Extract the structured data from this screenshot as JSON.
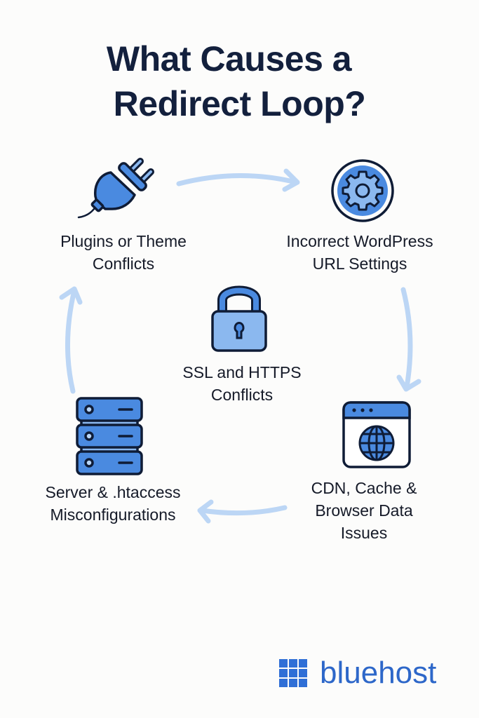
{
  "title": {
    "line1": "What Causes a",
    "line2": "Redirect Loop?"
  },
  "colors": {
    "title": "#13203d",
    "icon_fill": "#4a8ae0",
    "icon_fill_light": "#8bb8ef",
    "icon_outline": "#0f1c36",
    "arrow": "#bcd6f5",
    "brand": "#2d67c9",
    "background": "#fcfcfb"
  },
  "cycle": {
    "items": [
      {
        "icon": "plug-icon",
        "line1": "Plugins or Theme",
        "line2": "Conflicts"
      },
      {
        "icon": "gear-icon",
        "line1": "Incorrect WordPress",
        "line2": "URL Settings"
      },
      {
        "icon": "browser-globe-icon",
        "line1": "CDN, Cache &",
        "line2": "Browser Data",
        "line3": "Issues"
      },
      {
        "icon": "server-icon",
        "line1": "Server & .htaccess",
        "line2": "Misconfigurations"
      }
    ],
    "center": {
      "icon": "padlock-icon",
      "line1": "SSL and HTTPS",
      "line2": "Conflicts"
    }
  },
  "brand": {
    "name": "bluehost",
    "logo_icon": "grid-logo-icon"
  }
}
